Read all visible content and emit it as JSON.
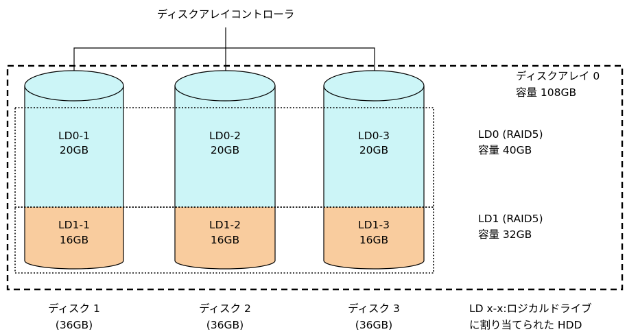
{
  "controller": {
    "label": "ディスクアレイコントローラ"
  },
  "array": {
    "name": "ディスクアレイ 0",
    "capacity": "容量 108GB"
  },
  "logical_drives": [
    {
      "name": "LD0 (RAID5)",
      "capacity": "容量 40GB",
      "color": "#ccf5f7"
    },
    {
      "name": "LD1 (RAID5)",
      "capacity": "容量 32GB",
      "color": "#f9cc9e"
    }
  ],
  "disks": [
    {
      "name": "ディスク 1",
      "size": "(36GB)",
      "ld0": {
        "id": "LD0-1",
        "size": "20GB"
      },
      "ld1": {
        "id": "LD1-1",
        "size": "16GB"
      }
    },
    {
      "name": "ディスク 2",
      "size": "(36GB)",
      "ld0": {
        "id": "LD0-2",
        "size": "20GB"
      },
      "ld1": {
        "id": "LD1-2",
        "size": "16GB"
      }
    },
    {
      "name": "ディスク 3",
      "size": "(36GB)",
      "ld0": {
        "id": "LD0-3",
        "size": "20GB"
      },
      "ld1": {
        "id": "LD1-3",
        "size": "16GB"
      }
    }
  ],
  "legend": {
    "line1": "LD x-x:ロジカルドライブ",
    "line2": "に割り当てられた HDD"
  }
}
